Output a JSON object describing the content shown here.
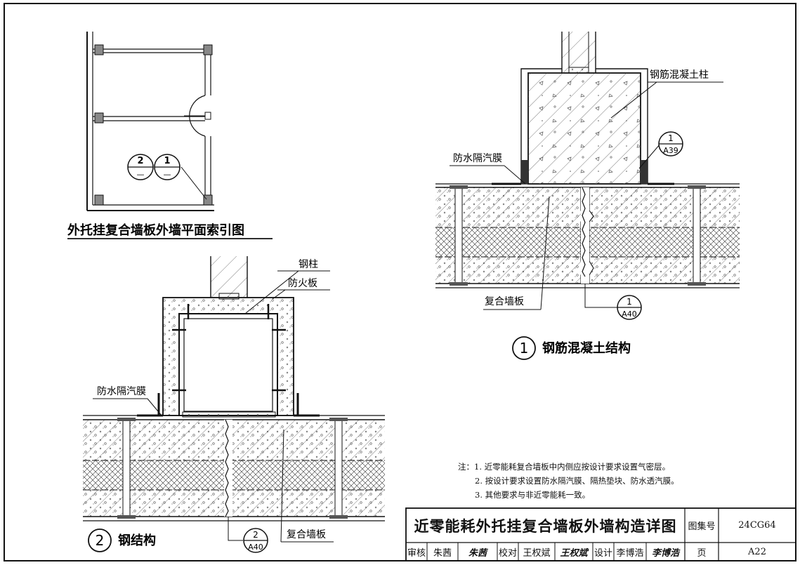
{
  "plan": {
    "title": "外托挂复合墙板外墙平面索引图",
    "callout_left_top": "2",
    "callout_left_bottom": "—",
    "callout_right_top": "1",
    "callout_right_bottom": "—"
  },
  "detail1": {
    "label_column": "钢筋混凝土柱",
    "label_membrane": "防水隔汽膜",
    "label_panel": "复合墙板",
    "ref_a39_top": "1",
    "ref_a39_bottom": "A39",
    "ref_a40_top": "1",
    "ref_a40_bottom": "A40",
    "caption_num": "1",
    "caption_text": "钢筋混凝土结构"
  },
  "detail2": {
    "label_steel_column": "钢柱",
    "label_fireboard": "防火板",
    "label_membrane": "防水隔汽膜",
    "label_panel": "复合墙板",
    "ref_a40_top": "2",
    "ref_a40_bottom": "A40",
    "caption_num": "2",
    "caption_text": "钢结构"
  },
  "notes": {
    "prefix": "注：",
    "items": [
      "1. 近零能耗复合墙板中内侧应按设计要求设置气密层。",
      "2. 按设计要求设置防水隔汽膜、隔热垫块、防水透汽膜。",
      "3. 其他要求与非近零能耗一致。"
    ]
  },
  "title_block": {
    "drawing_title": "近零能耗外托挂复合墙板外墙构造详图",
    "atlas_label": "图集号",
    "atlas_value": "24CG64",
    "review_label": "审核",
    "review_name": "朱茜",
    "review_sign": "朱茜",
    "check_label": "校对",
    "check_name": "王权斌",
    "check_sign": "王权斌",
    "design_label": "设计",
    "design_name": "李博浩",
    "design_sign": "李博浩",
    "page_label": "页",
    "page_value": "A22"
  }
}
